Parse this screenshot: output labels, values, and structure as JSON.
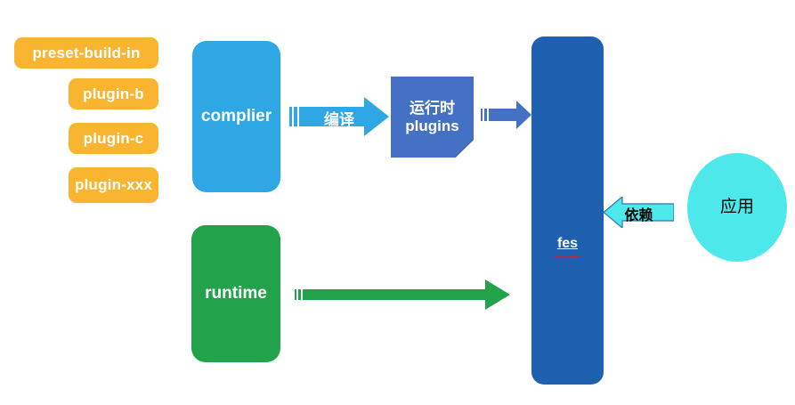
{
  "diagram": {
    "title": "fes architecture diagram",
    "background": "#FFFFFF",
    "colors": {
      "chip_orange": "#F9B52F",
      "complier_blue": "#30A7E5",
      "runtime_green": "#22A24B",
      "plugins_indigo": "#4471C4",
      "fes_dark_blue": "#2060B0",
      "app_cyan": "#4CE8EA",
      "spellcheck_red": "#FF0000"
    }
  },
  "plugins_column": {
    "items": [
      {
        "label": "preset-build-in"
      },
      {
        "label": "plugin-b"
      },
      {
        "label": "plugin-c"
      },
      {
        "label": "plugin-xxx"
      }
    ]
  },
  "nodes": {
    "complier": {
      "label": "complier"
    },
    "runtime": {
      "label": "runtime"
    },
    "runtime_plugins": {
      "line1": "运行时",
      "line2": "plugins"
    },
    "fes": {
      "label": "fes",
      "spellchecked": true
    },
    "app": {
      "label": "应用"
    }
  },
  "arrows": {
    "compile": {
      "label": "编译",
      "direction": "right",
      "color": "#30A7E5"
    },
    "plugins_to_fes": {
      "label": "",
      "direction": "right",
      "color": "#4471C4"
    },
    "runtime_to_fes": {
      "label": "",
      "direction": "right",
      "color": "#22A24B"
    },
    "depend": {
      "label": "依赖",
      "direction": "left",
      "color": "#4CE8EA"
    }
  }
}
